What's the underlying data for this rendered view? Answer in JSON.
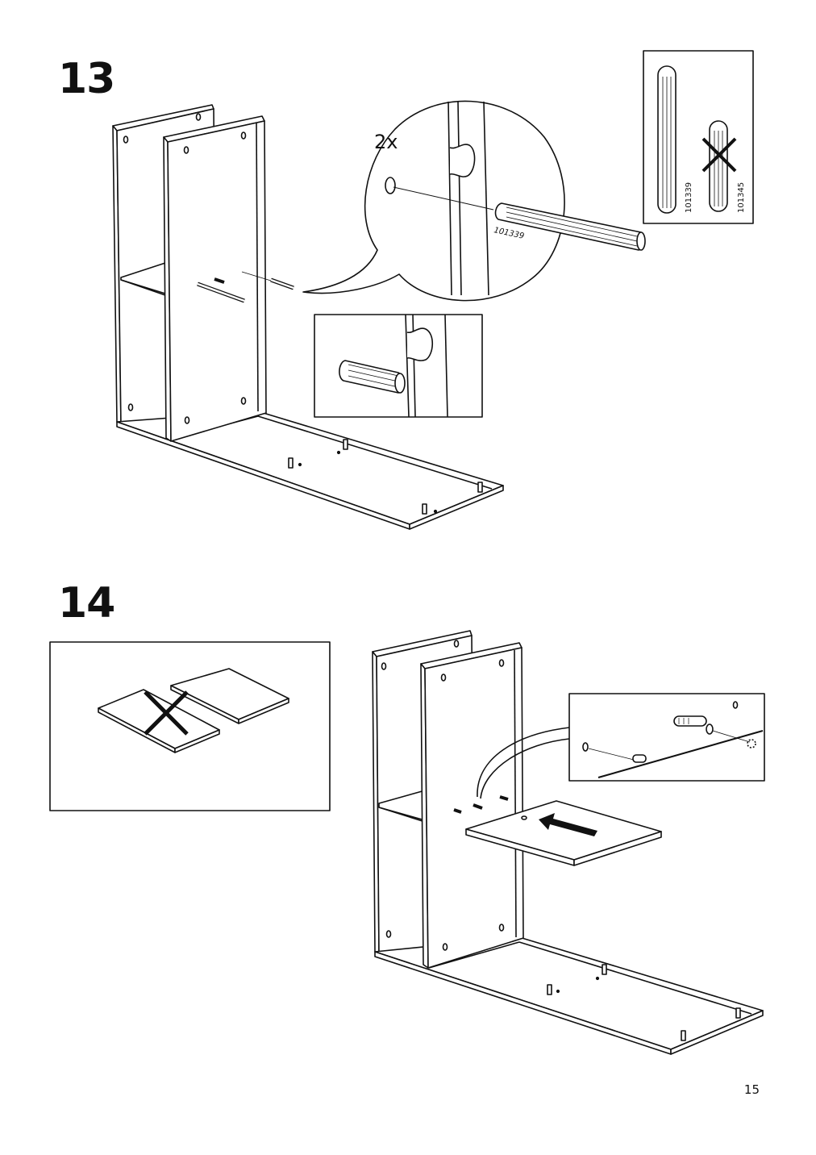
{
  "steps": [
    {
      "number": "13",
      "callout": {
        "quantity": "2x",
        "part_id": "101339"
      },
      "part_compare": {
        "correct_part": "101339",
        "wrong_part": "101345"
      }
    },
    {
      "number": "14"
    }
  ],
  "page_number": "15"
}
